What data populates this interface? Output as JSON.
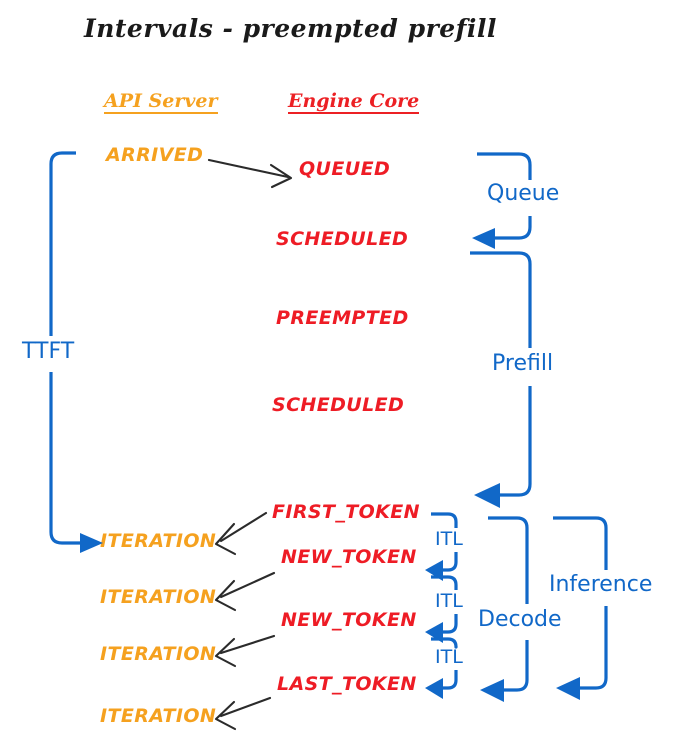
{
  "diagram": {
    "title": "Intervals - preempted prefill",
    "columns": [
      {
        "label": "API Server",
        "color": "#f5a11f"
      },
      {
        "label": "Engine Core",
        "color": "#ee1c25"
      }
    ],
    "colors": {
      "api_orange": "#f5a11f",
      "engine_red": "#ee1c25",
      "interval_blue": "#1168c8",
      "arrow_black": "#2b2b2b",
      "background": "#ffffff"
    },
    "api_events": [
      {
        "label": "ARRIVED"
      },
      {
        "label": "ITERATION"
      },
      {
        "label": "ITERATION"
      },
      {
        "label": "ITERATION"
      },
      {
        "label": "ITERATION"
      }
    ],
    "engine_events": [
      {
        "label": "QUEUED"
      },
      {
        "label": "SCHEDULED"
      },
      {
        "label": "PREEMPTED"
      },
      {
        "label": "SCHEDULED"
      },
      {
        "label": "FIRST_TOKEN"
      },
      {
        "label": "NEW_TOKEN"
      },
      {
        "label": "NEW_TOKEN"
      },
      {
        "label": "LAST_TOKEN"
      }
    ],
    "intervals": [
      {
        "label": "TTFT"
      },
      {
        "label": "Queue"
      },
      {
        "label": "Prefill"
      },
      {
        "label": "ITL"
      },
      {
        "label": "ITL"
      },
      {
        "label": "ITL"
      },
      {
        "label": "Decode"
      },
      {
        "label": "Inference"
      }
    ]
  }
}
